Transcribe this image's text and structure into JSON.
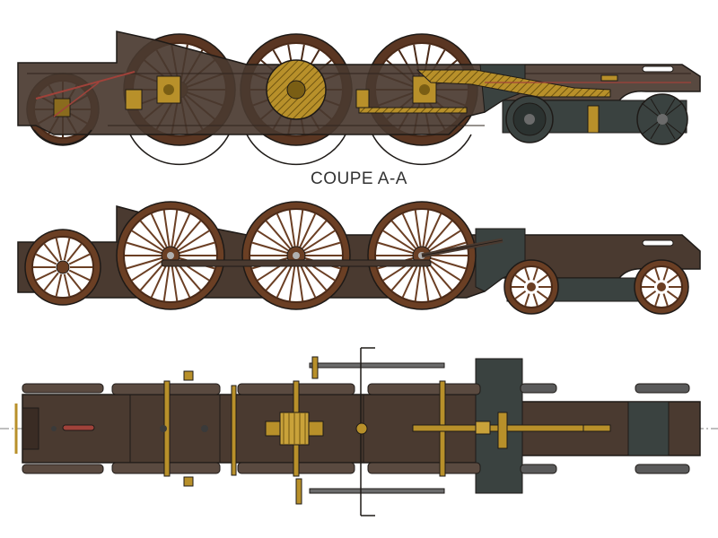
{
  "drawing": {
    "section_caption": "COUPE A-A",
    "views": [
      {
        "name": "section-view-a-a"
      },
      {
        "name": "side-elevation-view"
      },
      {
        "name": "plan-view-from-below"
      }
    ],
    "colors": {
      "frame": "#4a3a30",
      "frame_dark": "#2f241d",
      "wheel": "#6b3f24",
      "wheel_rim": "#4a2a18",
      "brass": "#b8902a",
      "brass_dark": "#7a5e14",
      "tender_truck": "#3a4240",
      "rod_red": "#a0423a",
      "outline": "#1e1a17",
      "centerline": "#555555"
    }
  }
}
